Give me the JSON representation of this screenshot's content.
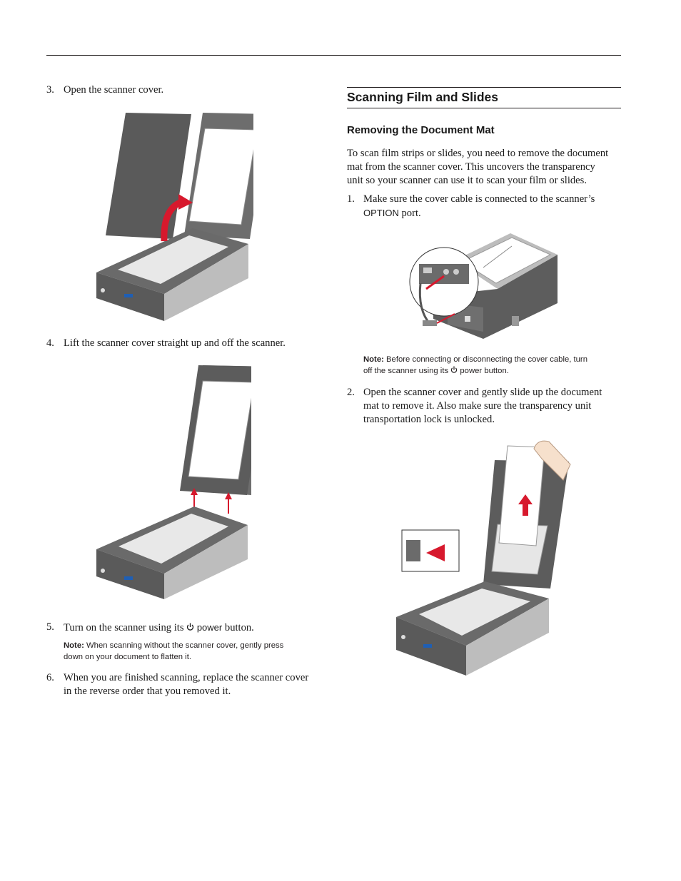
{
  "left_column": {
    "step3": {
      "number": "3.",
      "text": "Open the scanner cover."
    },
    "step4": {
      "number": "4.",
      "text": "Lift the scanner cover straight up and off the scanner."
    },
    "step5": {
      "number": "5.",
      "text_before": "Turn on the scanner using its",
      "power_icon": "power-icon",
      "power_word": "power",
      "text_after": "button."
    },
    "note1": {
      "label": "Note:",
      "text_line1": "When scanning without the scanner cover, gently press",
      "text_line2": "down on your document to flatten it."
    },
    "step6": {
      "number": "6.",
      "line1": "When you are finished scanning, replace the scanner cover",
      "line2": "in the reverse order that you removed it."
    }
  },
  "right_column": {
    "section_title": "Scanning Film and Slides",
    "subsection_title": "Removing the Document Mat",
    "intro": {
      "line1": "To scan film strips or slides, you need to remove the document",
      "line2": "mat from the scanner cover. This uncovers the transparency",
      "line3": "unit so your scanner can use it to scan your film or slides."
    },
    "step1": {
      "number": "1.",
      "line1": "Make sure the cover cable is connected to the scanner’s",
      "option_word": "OPTION",
      "line2_after": "port."
    },
    "note2": {
      "label": "Note:",
      "text_line1": "Before connecting or disconnecting the cover cable, turn",
      "text_line2_before": "off the scanner using its",
      "power_icon": "power-icon",
      "power_word": "power",
      "text_line2_after": "button."
    },
    "step2": {
      "number": "2.",
      "line1": "Open the scanner cover and gently slide up the document",
      "line2": "mat to remove it. Also make sure the transparency unit",
      "line3": "transportation lock is unlocked."
    }
  },
  "colors": {
    "arrow_red": "#d7192d",
    "scanner_dark": "#4a4a4a",
    "scanner_silver": "#c9c9c9",
    "badge_blue": "#1f5fb4"
  }
}
